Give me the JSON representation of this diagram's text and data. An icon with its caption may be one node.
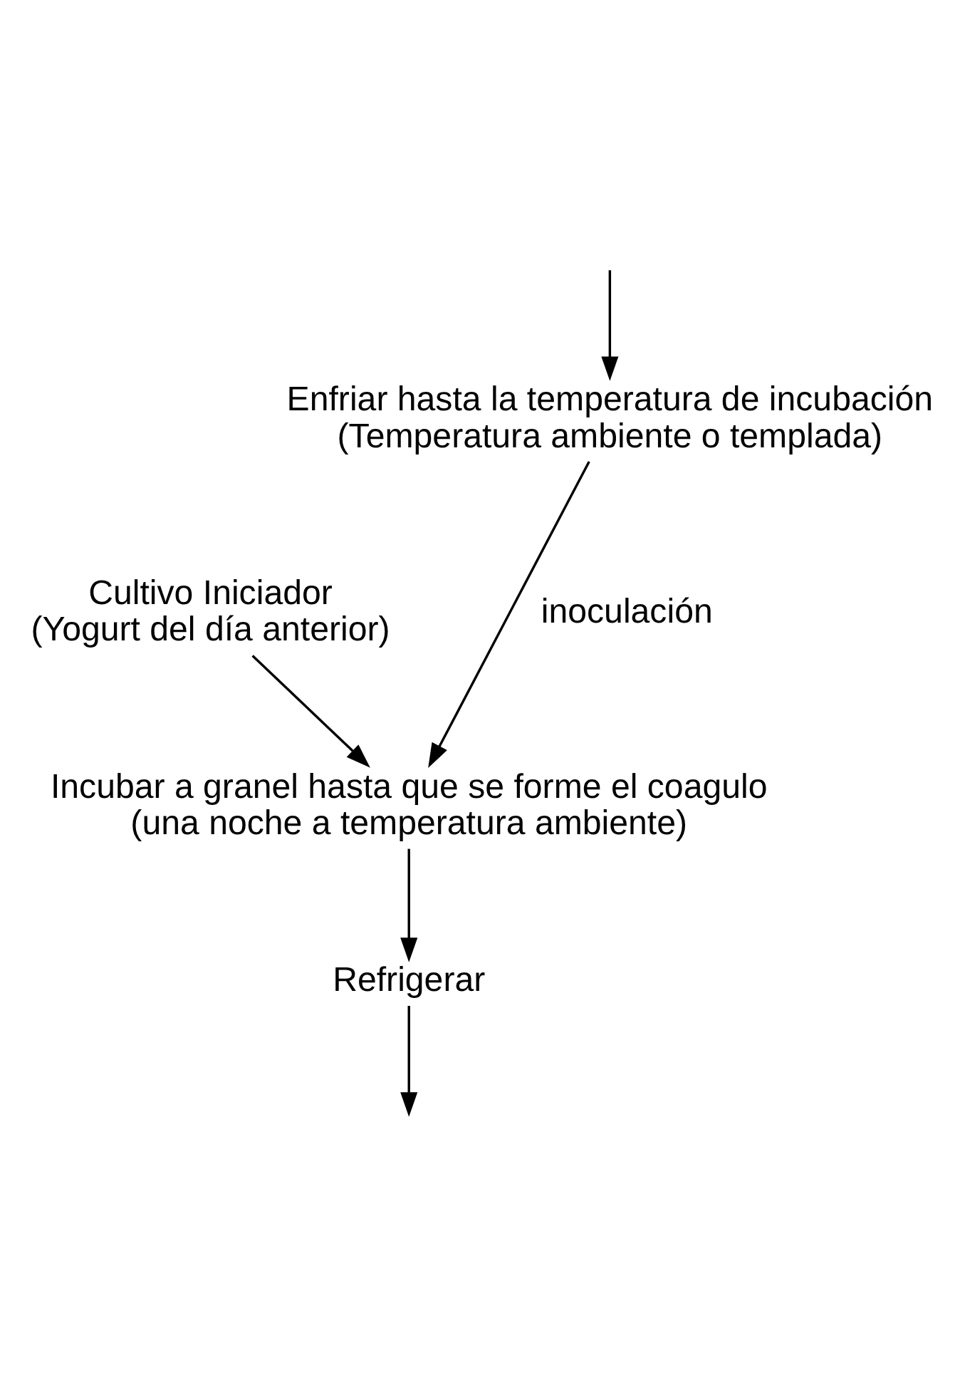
{
  "diagram": {
    "nodes": [
      {
        "text": [
          "Enfriar hasta la temperatura de incubación",
          "(Temperatura ambiente o templada)"
        ]
      },
      {
        "text": [
          "Cultivo Iniciador",
          "(Yogurt del día anterior)"
        ]
      },
      {
        "text": [
          "Incubar a granel hasta que se forme el coagulo",
          "(una noche a temperatura ambiente)"
        ]
      },
      {
        "text": [
          "Refrigerar"
        ]
      }
    ],
    "edges": [
      {
        "from": null,
        "to": 0,
        "arrow": "to"
      },
      {
        "from": 0,
        "to": 2,
        "arrow": "to",
        "label": "inoculación"
      },
      {
        "from": 1,
        "to": 2,
        "arrow": "to"
      },
      {
        "from": 2,
        "to": 3,
        "arrow": "to"
      },
      {
        "from": 3,
        "to": null,
        "arrow": "to"
      }
    ]
  }
}
